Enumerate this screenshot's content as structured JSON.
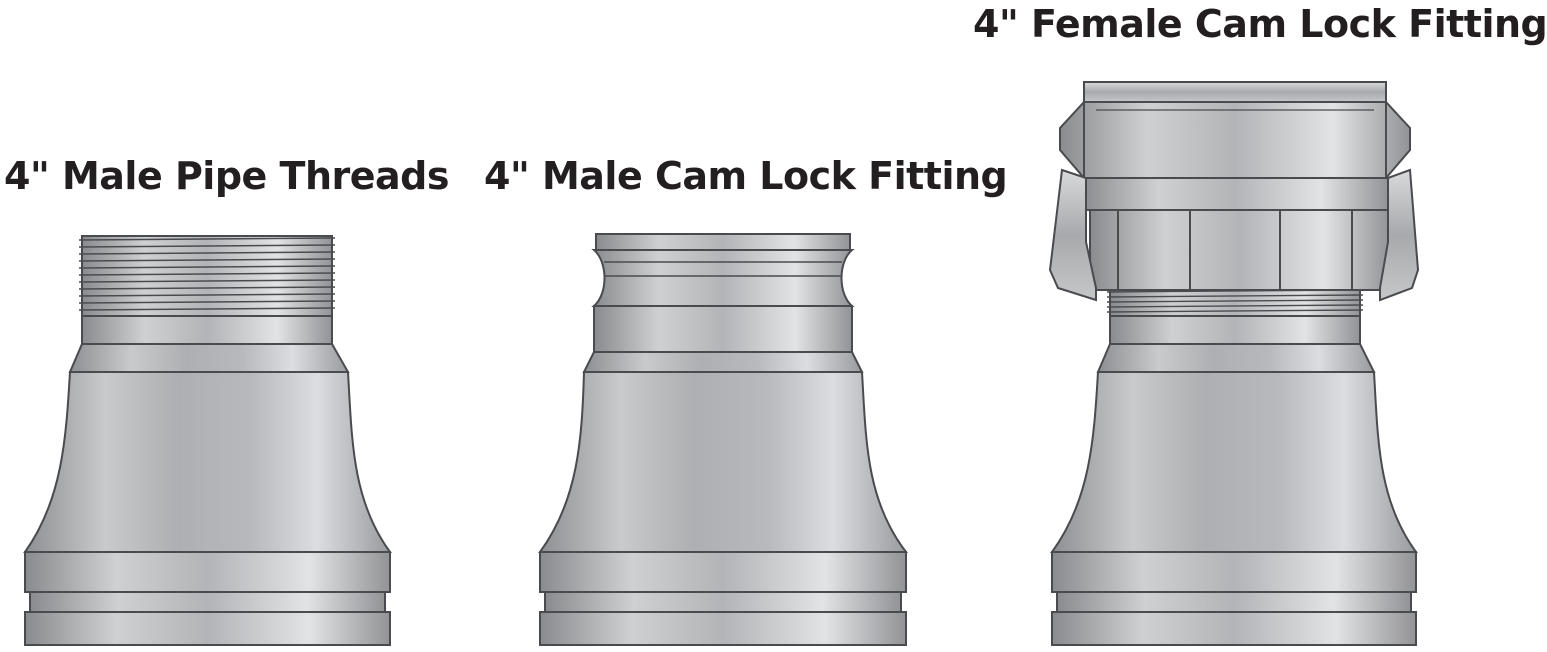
{
  "labels": {
    "male_pipe_threads": "4\" Male Pipe Threads",
    "male_cam_lock": "4\" Male Cam Lock Fitting",
    "female_cam_lock": "4\" Female Cam Lock Fitting"
  },
  "colors": {
    "metal_dark": "#8e8f92",
    "metal_light": "#e2e3e5",
    "outline": "#4a4b4f",
    "text": "#231f20"
  }
}
